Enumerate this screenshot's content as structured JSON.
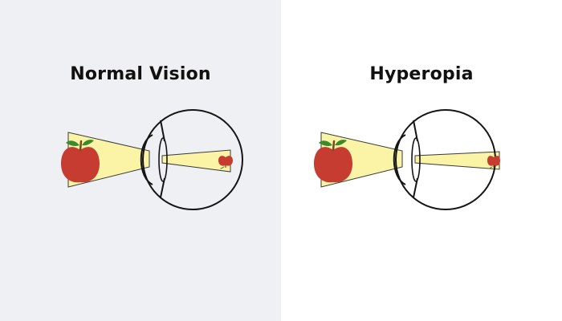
{
  "colors": {
    "left_background": "#eff0f4",
    "right_background": "#ffffff",
    "light_beam": "#fbf4a6",
    "beam_outline": "#3a3a3a",
    "apple_red": "#c63c31",
    "leaf_green": "#3b8a2c",
    "stem_brown": "#7a4a1e",
    "eye_outline": "#151515"
  },
  "panels": [
    {
      "title": "Normal Vision",
      "focus": "on-retina"
    },
    {
      "title": "Hyperopia",
      "focus": "behind-retina"
    }
  ]
}
